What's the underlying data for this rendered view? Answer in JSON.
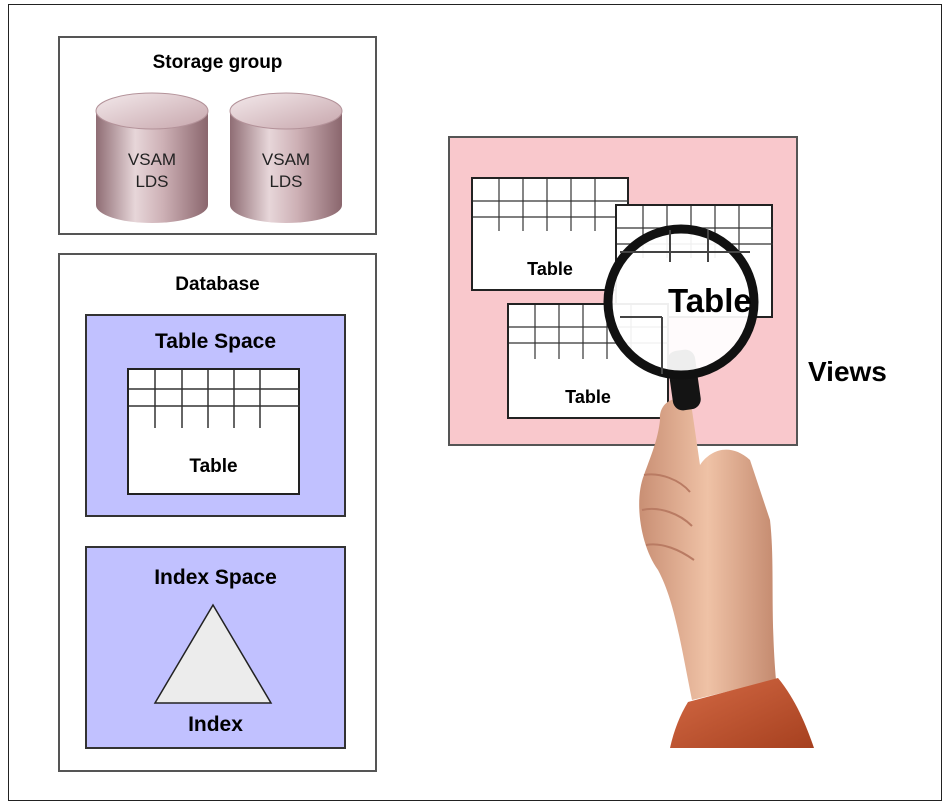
{
  "storage_group": {
    "title": "Storage group",
    "datasets": [
      {
        "line1": "VSAM",
        "line2": "LDS"
      },
      {
        "line1": "VSAM",
        "line2": "LDS"
      }
    ]
  },
  "database": {
    "title": "Database",
    "table_space": {
      "title": "Table Space",
      "table_label": "Table"
    },
    "index_space": {
      "title": "Index Space",
      "index_label": "Index"
    }
  },
  "views_panel": {
    "label": "Views",
    "tables": [
      "Table",
      "Table"
    ],
    "magnified_text": "Table"
  },
  "colors": {
    "space_fill": "#c1c1ff",
    "views_fill": "#f9c8cc",
    "cylinder": "#c9a8ae",
    "triangle": "#ececec"
  }
}
